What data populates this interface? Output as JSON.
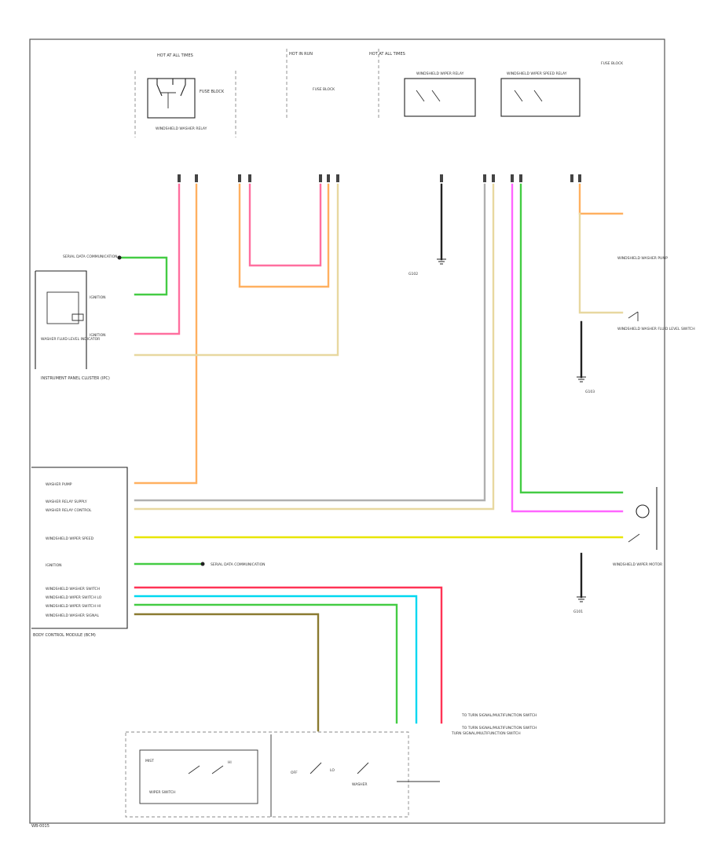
{
  "diagram": {
    "footer_code": "WB-0015",
    "labels": {
      "ground_ref_top": "HOT AT ALL TIMES",
      "ground_ref_right": "HOT IN RUN",
      "ipc_title": "INSTRUMENT PANEL CLUSTER (IPC)",
      "ipc_lamp": "WASHER FLUID LEVEL INDICATOR",
      "bcm_title": "BODY CONTROL MODULE (BCM)",
      "bcm_pin1": "WASHER PUMP",
      "bcm_pin2": "WASHER RELAY SUPPLY",
      "bcm_pin3": "WASHER RELAY CONTROL",
      "bcm_pin4": "WINDSHIELD WIPER SPEED",
      "bcm_pin5": "IGNITION",
      "bcm_pin6": "WINDSHIELD WASHER SWITCH",
      "bcm_pin7": "WINDSHIELD WIPER SWITCH LO",
      "bcm_pin8": "WINDSHIELD WIPER SWITCH HI",
      "bcm_pin9": "WINDSHIELD WASHER SIGNAL",
      "relay1": "WINDSHIELD WIPER RELAY",
      "relay2": "WINDSHIELD WIPER SPEED RELAY",
      "relay3": "WINDSHIELD WASHER RELAY",
      "fuse_label": "FUSE BLOCK",
      "motor_label": "WINDSHIELD WIPER MOTOR",
      "pump_label": "WINDSHIELD WASHER PUMP",
      "fluid_switch": "WINDSHIELD WASHER FLUID LEVEL SWITCH",
      "ground_g1": "G102",
      "ground_g2": "G103",
      "ground_g3": "G101",
      "switch_title": "TURN SIGNAL/MULTIFUNCTION SWITCH",
      "switch_mist": "MIST",
      "switch_off": "OFF",
      "switch_hi": "HI",
      "switch_lo": "LO",
      "switch_washer": "WASHER",
      "switch_wiper": "WIPER SWITCH",
      "to_ref1": "TO TURN SIGNAL/MULTIFUNCTION SWITCH",
      "to_ref2": "TO TURN SIGNAL/MULTIFUNCTION SWITCH",
      "data_link": "SERIAL DATA COMMUNICATION",
      "data_link2": "SERIAL DATA COMMUNICATION",
      "wire_pk": "PNK",
      "wire_og": "ORG",
      "wire_ye": "YEL",
      "wire_gn": "GRN",
      "wire_vt": "VIO",
      "wire_bk": "BLK",
      "wire_bu": "BLU",
      "wire_tn": "TAN",
      "wire_gy": "GRY",
      "wire_rd": "RED"
    },
    "colors": {
      "pink": "#ff6f9f",
      "orange": "#ffb060",
      "yellow": "#e8e600",
      "green": "#44cc44",
      "violet": "#ff66ff",
      "blue": "#00d8f0",
      "red": "#ff3355",
      "tan": "#e8d8a0",
      "gray": "#b0b0b0",
      "black": "#222222"
    }
  }
}
